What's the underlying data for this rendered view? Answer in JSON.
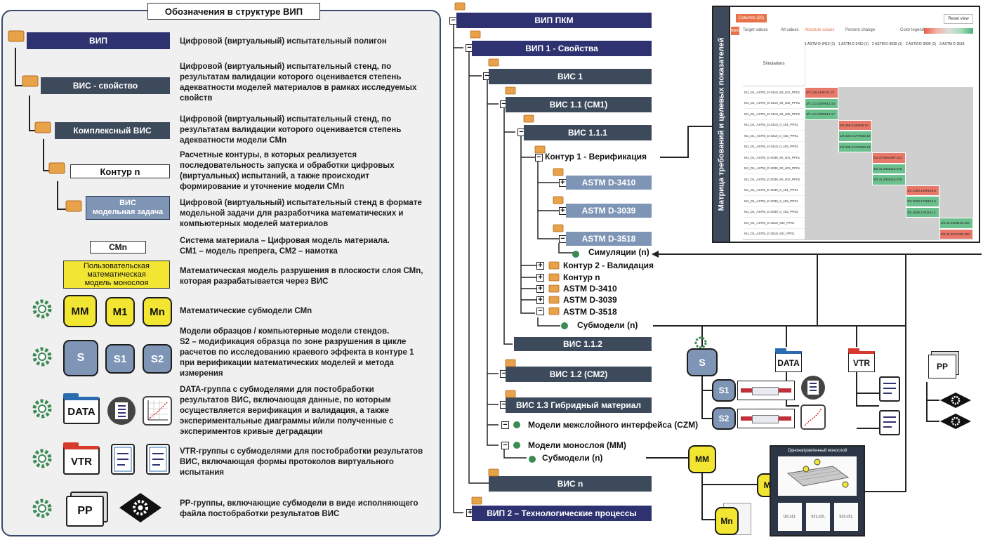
{
  "legend": {
    "title": "Обозначения в структуре ВИП",
    "vip": {
      "label": "ВИП",
      "desc": "Цифровой (виртуальный) испытательный полигон"
    },
    "vis_prop": {
      "label": "ВИС - свойство",
      "desc": [
        "Цифровой (виртуальный) испытательный стенд, по",
        "результатам валидации которого оценивается степень",
        "адекватности моделей материалов в рамках исследуемых",
        "свойств"
      ]
    },
    "vis_complex": {
      "label": "Комплексный ВИС",
      "desc": [
        "Цифровой (виртуальный) испытательный стенд, по",
        "результатам валидации которого оценивается степень",
        "адекватности модели СМn"
      ]
    },
    "contour": {
      "label": "Контур n",
      "desc": [
        "Расчетные контуры, в которых реализуется",
        "последовательность запуска и обработки цифровых",
        "(виртуальных) испытаний, а также происходит",
        "формирование и уточнение модели СМn"
      ]
    },
    "vis_model": {
      "label1": "ВИС",
      "label2": "модельная задача",
      "desc": [
        "Цифровой (виртуальный) испытательный стенд в формате",
        "модельной задачи для разработчика математических и",
        "компьютерных моделей материалов"
      ]
    },
    "cmn": {
      "label": "СМn",
      "desc": [
        "Система материала – Цифровая модель материала.",
        "СМ1 – модель препрега, СМ2 – намотка"
      ]
    },
    "user_model": {
      "label": [
        "Пользовательская",
        "математическая",
        "модель монослоя"
      ],
      "desc": [
        "Математическая модель разрушения в плоскости слоя СМn,",
        "которая разрабатывается через ВИС"
      ]
    },
    "math_sub": {
      "labels": [
        "MM",
        "M1",
        "Mn"
      ],
      "desc": "Математические субмодели СМn"
    },
    "spec_sub": {
      "labels": [
        "S",
        "S1",
        "S2"
      ],
      "desc": [
        "Модели образцов / компьютерные модели стендов.",
        "S2 – модификация образца по зоне разрушения в цикле",
        "расчетов по исследованию краевого эффекта в контуре 1",
        "при верификации математических моделей и метода",
        "измерения"
      ]
    },
    "data_group": {
      "label": "DATA",
      "desc": [
        "DATA-группа с субмоделями для постобработки",
        "результатов ВИС, включающая данные, по которым",
        "осуществляется верификация и валидация, а также",
        "экспериментальные диаграммы и/или полученные с",
        "экспериментов кривые деградации"
      ]
    },
    "vtr_group": {
      "label": "VTR",
      "desc": [
        "VTR-группы с субмоделями для постобработки результатов",
        "ВИС, включающая формы протоколов виртуального",
        "испытания"
      ]
    },
    "pp_group": {
      "label": "PP",
      "desc": [
        "PP-группы, включающие субмодели в виде исполняющего",
        "файла постобработки результатов ВИС"
      ]
    }
  },
  "tree": {
    "vip_pkm": "ВИП ПКМ",
    "vip1": "ВИП 1 - Свойства",
    "vis1": "ВИС 1",
    "vis11": "ВИС 1.1 (СМ1)",
    "vis111": "ВИС 1.1.1",
    "contour1": "Контур 1 - Верификация",
    "astm3410": "ASTM D-3410",
    "astm3039": "ASTM D-3039",
    "astm3518": "ASTM D-3518",
    "simulations": "Симуляции (n)",
    "contour2": "Контур 2 - Валидация",
    "contourn": "Контур n",
    "astm3410b": "ASTM D-3410",
    "astm3039b": "ASTM D-3039",
    "astm3518b": "ASTM D-3518",
    "submodels1": "Субмодели (n)",
    "vis112": "ВИС 1.1.2",
    "vis12": "ВИС 1.2 (СМ2)",
    "vis13": "ВИС 1.3 Гибридный материал",
    "interlayer": "Модели межслойного интерфейса (CZM)",
    "monolayer": "Модели монослоя (ММ)",
    "submodels2": "Субмодели (n)",
    "visn": "ВИС n",
    "vip2": "ВИП 2 – Технологические процессы"
  },
  "matrix": {
    "side_label": "Матрица требований и целевых показателей",
    "columns_btn": "Columns (20)",
    "reset_btn": "Reset view",
    "matrix_tab": "Matrix",
    "target_values": "Target values",
    "all_values": "All values",
    "absolute_values": "Absolute values",
    "percent_change": "Percent change",
    "color_legend": "Color legend",
    "sim_header": "Simulations",
    "group_headers": [
      "1 ASTM D-3410 (1)",
      "1 ASTM D-3410 (1)",
      "2 ASTM D-3039 (1)",
      "2 ASTM D-3039 (1)",
      "3 ASTM D-3518"
    ],
    "rows": [
      {
        "name": "M1_D1_ASTM_D-3410_90_s01_PP01",
        "val": "0/3 118.4149711.74"
      },
      {
        "name": "M1_D1_ASTM_D-3410_90_s02_PP01",
        "val": "3/3 121.0209912.14"
      },
      {
        "name": "M1_D1_ASTM_D-3410_90_s02_PP02",
        "val": "3/3 121.0209912.17"
      },
      {
        "name": "M1_D1_ASTM_D-3410_0_s01_PP01",
        "val": "0/3 369.0128828.54"
      },
      {
        "name": "M1_D1_ASTM_D-3410_0_s02_PP01",
        "val": "3/3 335.01779030.10"
      },
      {
        "name": "M1_D1_ASTM_D-3410_0_s02_PP02",
        "val": "3/3 335.01743033.23"
      },
      {
        "name": "M1_D1_ASTM_D-3039_90_s01_PP01",
        "val": "0/3 37.5004497.422"
      },
      {
        "name": "M1_D1_ASTM_D-3039_90_s02_PP01",
        "val": "3/3 41.2003115.075"
      },
      {
        "name": "M1_D1_ASTM_D-3039_90_s02_PP02",
        "val": "3/3 41.2003115.075"
      },
      {
        "name": "M1_D1_ASTM_D-3039_0_s01_PP01",
        "val": "1/3 2200.1490149.6"
      },
      {
        "name": "M1_D1_ASTM_D-3039_0_s02_PP01",
        "val": "3/3 2628.1738151.5"
      },
      {
        "name": "M1_D1_ASTM_D-3039_0_s02_PP02",
        "val": "3/3 2628.1751151.4"
      },
      {
        "name": "M1_D1_ASTM_D-3518_s02_PP01",
        "val": "3/3 41.2003115.100"
      },
      {
        "name": "M1_D1_ASTM_D-3518_s01_PP01",
        "val": "0/3 42.8017205.100"
      }
    ]
  },
  "right": {
    "s": "S",
    "s1": "S1",
    "s2": "S2",
    "data": "DATA",
    "vtr": "VTR",
    "pp": "PP",
    "mm": "MM",
    "m1": "M1",
    "mn": "Mn",
    "mono_title": "Однонаправленный монослой",
    "cell_labels": [
      "Ш1,s11,",
      "S21,s22,",
      "S31,s31,"
    ]
  },
  "colors": {
    "navy": "#2e3270",
    "dark": "#3c4a5c",
    "gray": "#7f95b6",
    "yellow": "#f2e632",
    "red": "#e84f3c",
    "green": "#4caf78"
  }
}
